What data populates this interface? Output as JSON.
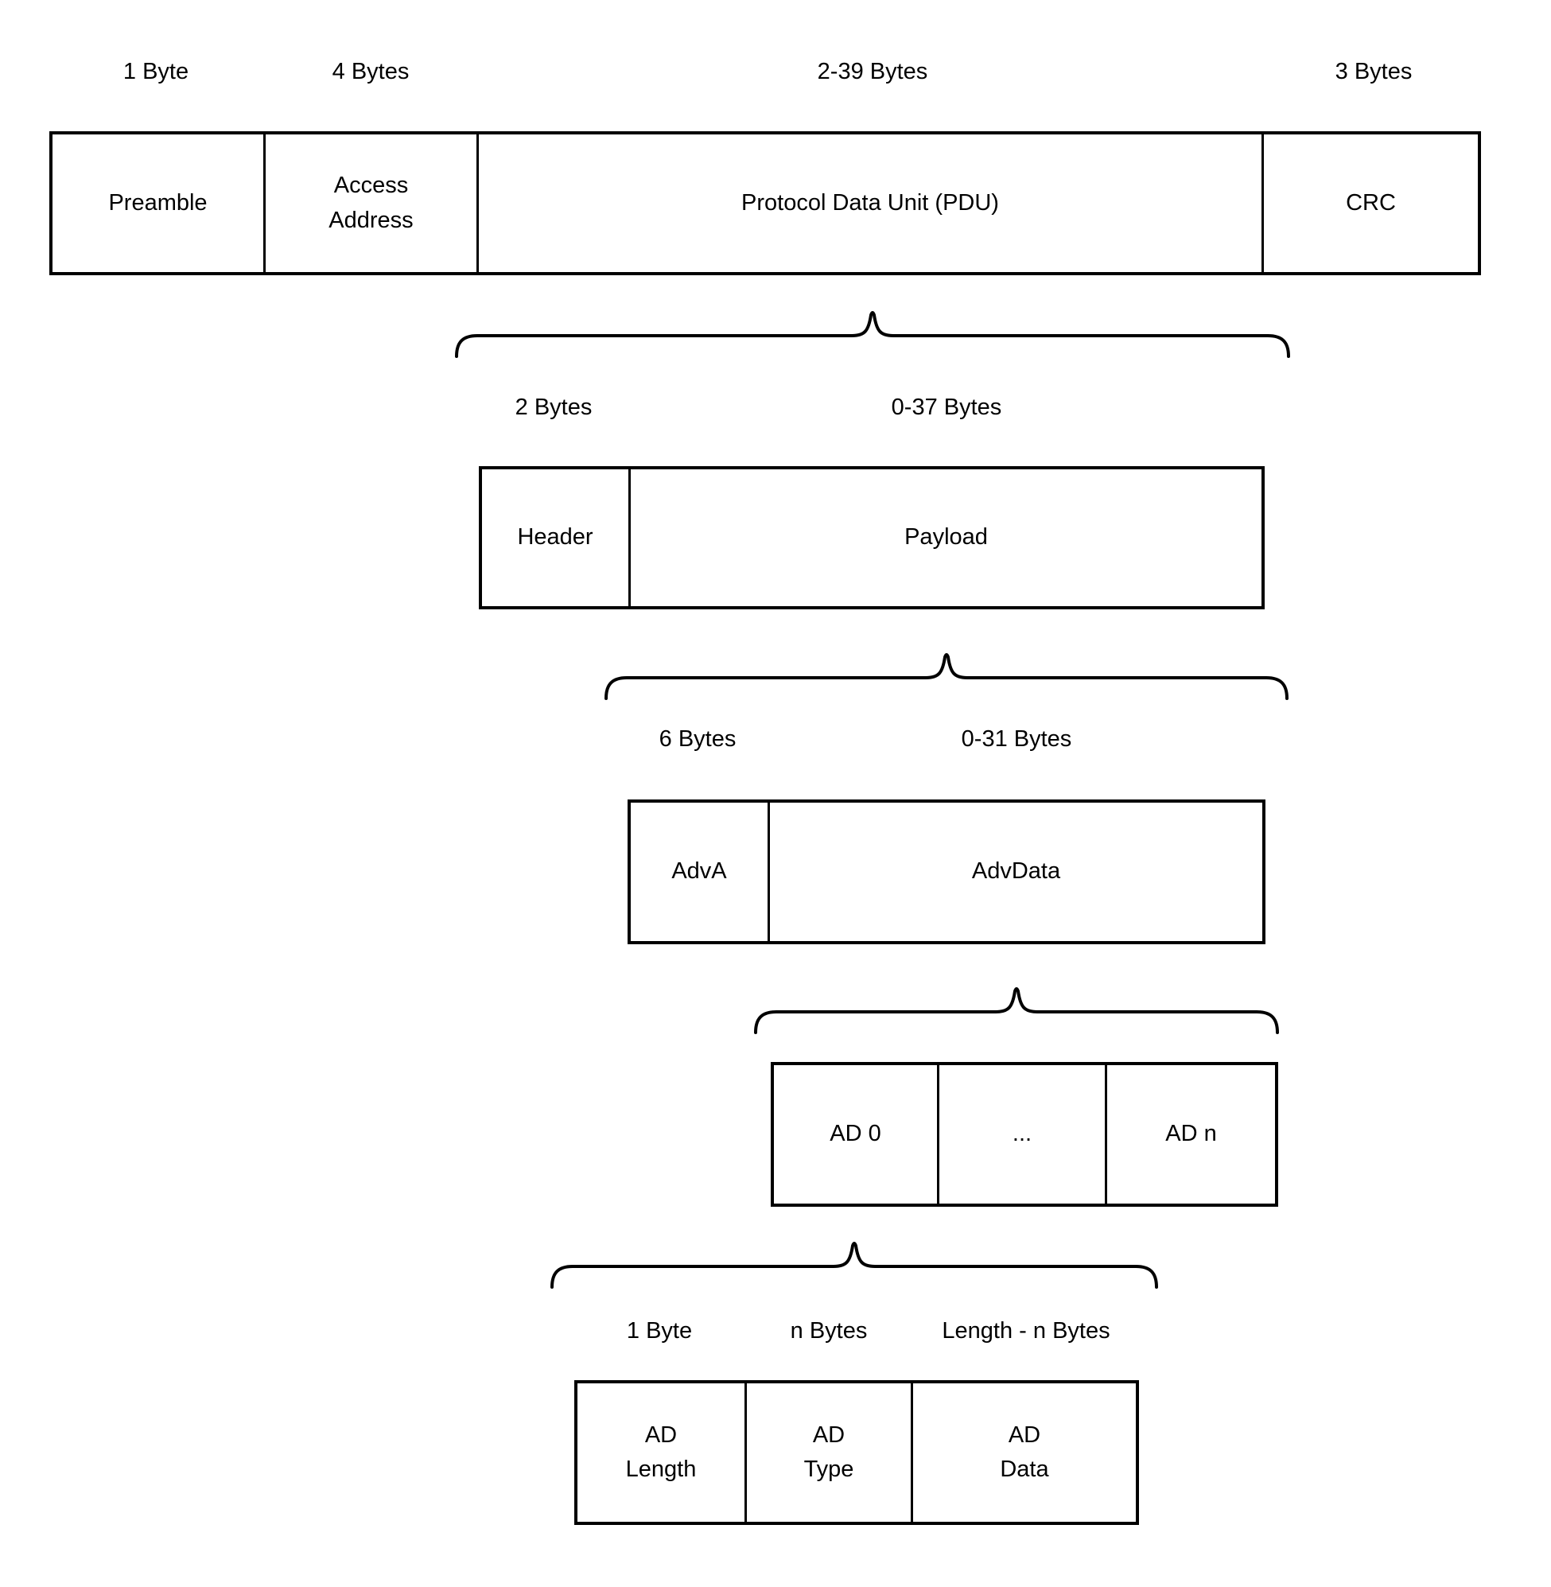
{
  "diagram": {
    "packet": {
      "size_labels": [
        "1 Byte",
        "4 Bytes",
        "2-39 Bytes",
        "3 Bytes"
      ],
      "fields": [
        "Preamble",
        "Access\nAddress",
        "Protocol Data Unit (PDU)",
        "CRC"
      ]
    },
    "pdu": {
      "size_labels": [
        "2 Bytes",
        "0-37 Bytes"
      ],
      "fields": [
        "Header",
        "Payload"
      ]
    },
    "payload": {
      "size_labels": [
        "6 Bytes",
        "0-31 Bytes"
      ],
      "fields": [
        "AdvA",
        "AdvData"
      ]
    },
    "advdata": {
      "fields": [
        "AD 0",
        "...",
        "AD n"
      ]
    },
    "ad_structure": {
      "size_labels": [
        "1 Byte",
        "n Bytes",
        "Length - n Bytes"
      ],
      "fields": [
        "AD\nLength",
        "AD\nType",
        "AD\nData"
      ]
    },
    "colors": {
      "stroke": "#000000",
      "text": "#000000",
      "background": "#ffffff"
    }
  }
}
